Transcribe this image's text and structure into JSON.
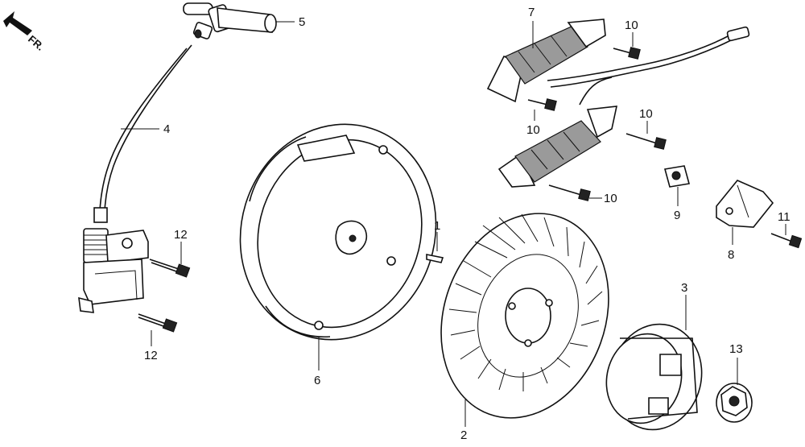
{
  "direction_marker": {
    "label": "FR.",
    "icon": "arrow-icon"
  },
  "callouts": [
    {
      "id": "1",
      "text": "1"
    },
    {
      "id": "2",
      "text": "2"
    },
    {
      "id": "3",
      "text": "3"
    },
    {
      "id": "4",
      "text": "4"
    },
    {
      "id": "5",
      "text": "5"
    },
    {
      "id": "6",
      "text": "6"
    },
    {
      "id": "7",
      "text": "7"
    },
    {
      "id": "8",
      "text": "8"
    },
    {
      "id": "9",
      "text": "9"
    },
    {
      "id": "10a",
      "text": "10"
    },
    {
      "id": "10b",
      "text": "10"
    },
    {
      "id": "10c",
      "text": "10"
    },
    {
      "id": "10d",
      "text": "10"
    },
    {
      "id": "11",
      "text": "11"
    },
    {
      "id": "12a",
      "text": "12"
    },
    {
      "id": "12b",
      "text": "12"
    },
    {
      "id": "13",
      "text": "13"
    }
  ]
}
